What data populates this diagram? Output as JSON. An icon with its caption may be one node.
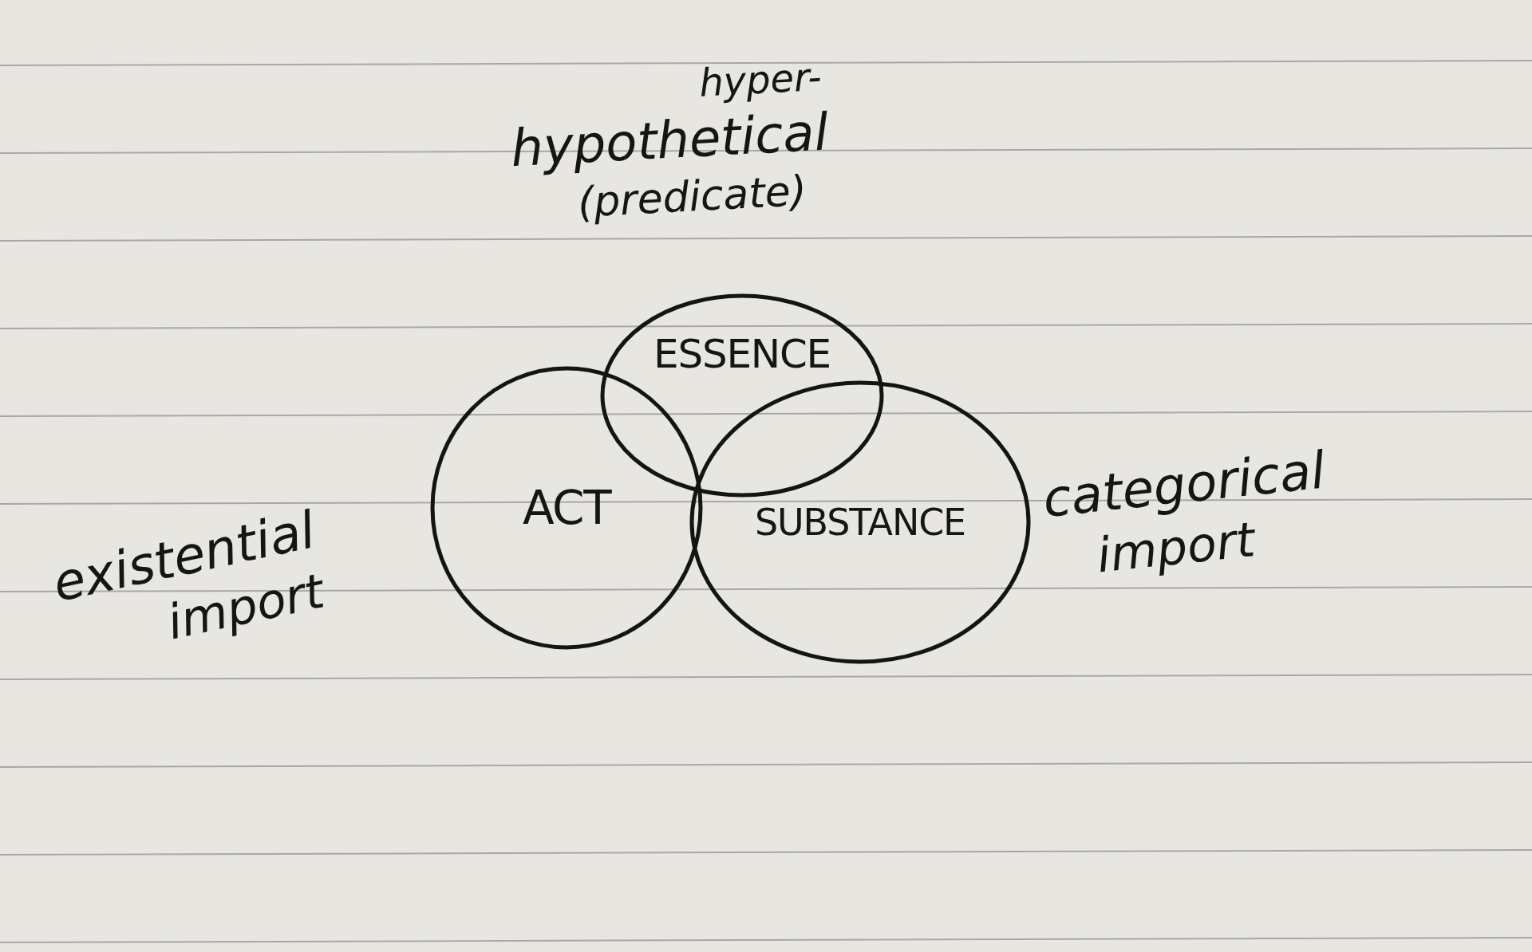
{
  "diagram": {
    "nodes": [
      {
        "text": [
          "ESSENCE"
        ],
        "beside": [
          "hyper-",
          "hypothetical",
          "(predicate)"
        ]
      },
      {
        "text": [
          "ACT"
        ],
        "beside": [
          "existential",
          "import"
        ]
      },
      {
        "text": [
          "SUBSTANCE"
        ],
        "beside": [
          "categorical",
          "import"
        ]
      }
    ]
  }
}
